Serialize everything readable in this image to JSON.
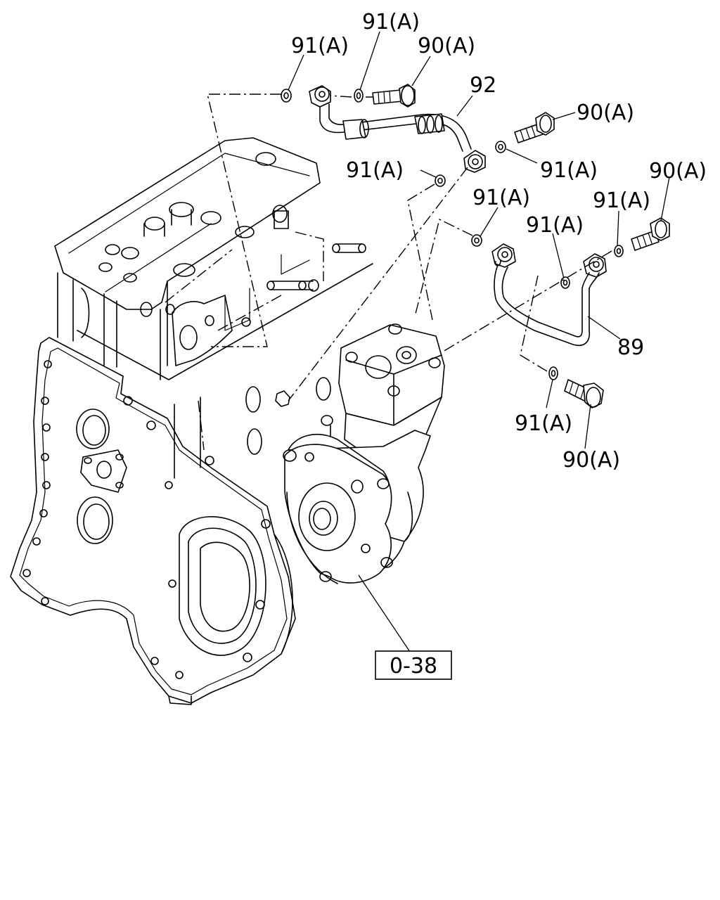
{
  "callouts": {
    "c1": "91(A)",
    "c2": "91(A)",
    "c3": "90(A)",
    "c4": "92",
    "c5": "90(A)",
    "c6": "91(A)",
    "c7": "91(A)",
    "c8": "90(A)",
    "c9": "91(A)",
    "c10": "91(A)",
    "c11": "91(A)",
    "c12": "89",
    "c13": "91(A)",
    "c14": "90(A)"
  },
  "reference_box": "0-38"
}
